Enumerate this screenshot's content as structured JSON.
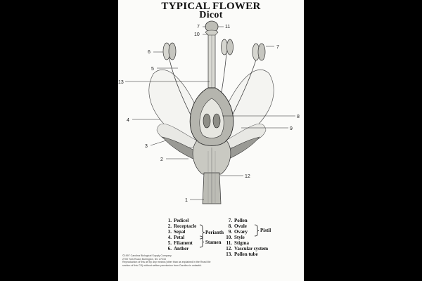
{
  "header": {
    "title": "TYPICAL FLOWER",
    "subtitle": "Dicot"
  },
  "callouts": [
    "7",
    "11",
    "10",
    "6",
    "7",
    "5",
    "13",
    "8",
    "4",
    "9",
    "3",
    "2",
    "12",
    "1"
  ],
  "legend": {
    "left": [
      {
        "num": "1.",
        "name": "Pedicel"
      },
      {
        "num": "2.",
        "name": "Receptacle"
      },
      {
        "num": "3.",
        "name": "Sepal"
      },
      {
        "num": "4.",
        "name": "Petal"
      },
      {
        "num": "5.",
        "name": "Filament"
      },
      {
        "num": "6.",
        "name": "Anther"
      }
    ],
    "right": [
      {
        "num": "7.",
        "name": "Pollen"
      },
      {
        "num": "8.",
        "name": "Ovule"
      },
      {
        "num": "9.",
        "name": "Ovary"
      },
      {
        "num": "10.",
        "name": "Style"
      },
      {
        "num": "11.",
        "name": "Stigma"
      },
      {
        "num": "12.",
        "name": "Vascular system"
      },
      {
        "num": "13.",
        "name": "Pollen tube"
      }
    ],
    "groups": {
      "perianth": "Perianth",
      "stamen": "Stamen",
      "pistil": "Pistil"
    }
  },
  "footer": {
    "line1": "©1997  Carolina Biological Supply Company",
    "line2": "2700 York Road, Burlington, NC  27215",
    "line3": "Reproduction of this art by any means (other than as explained in the Read Me",
    "line4": "section of this CD) without written permission from Carolina is unlawful."
  },
  "colors": {
    "background": "#000000",
    "paper": "#fbfbf9",
    "ink": "#222222"
  }
}
